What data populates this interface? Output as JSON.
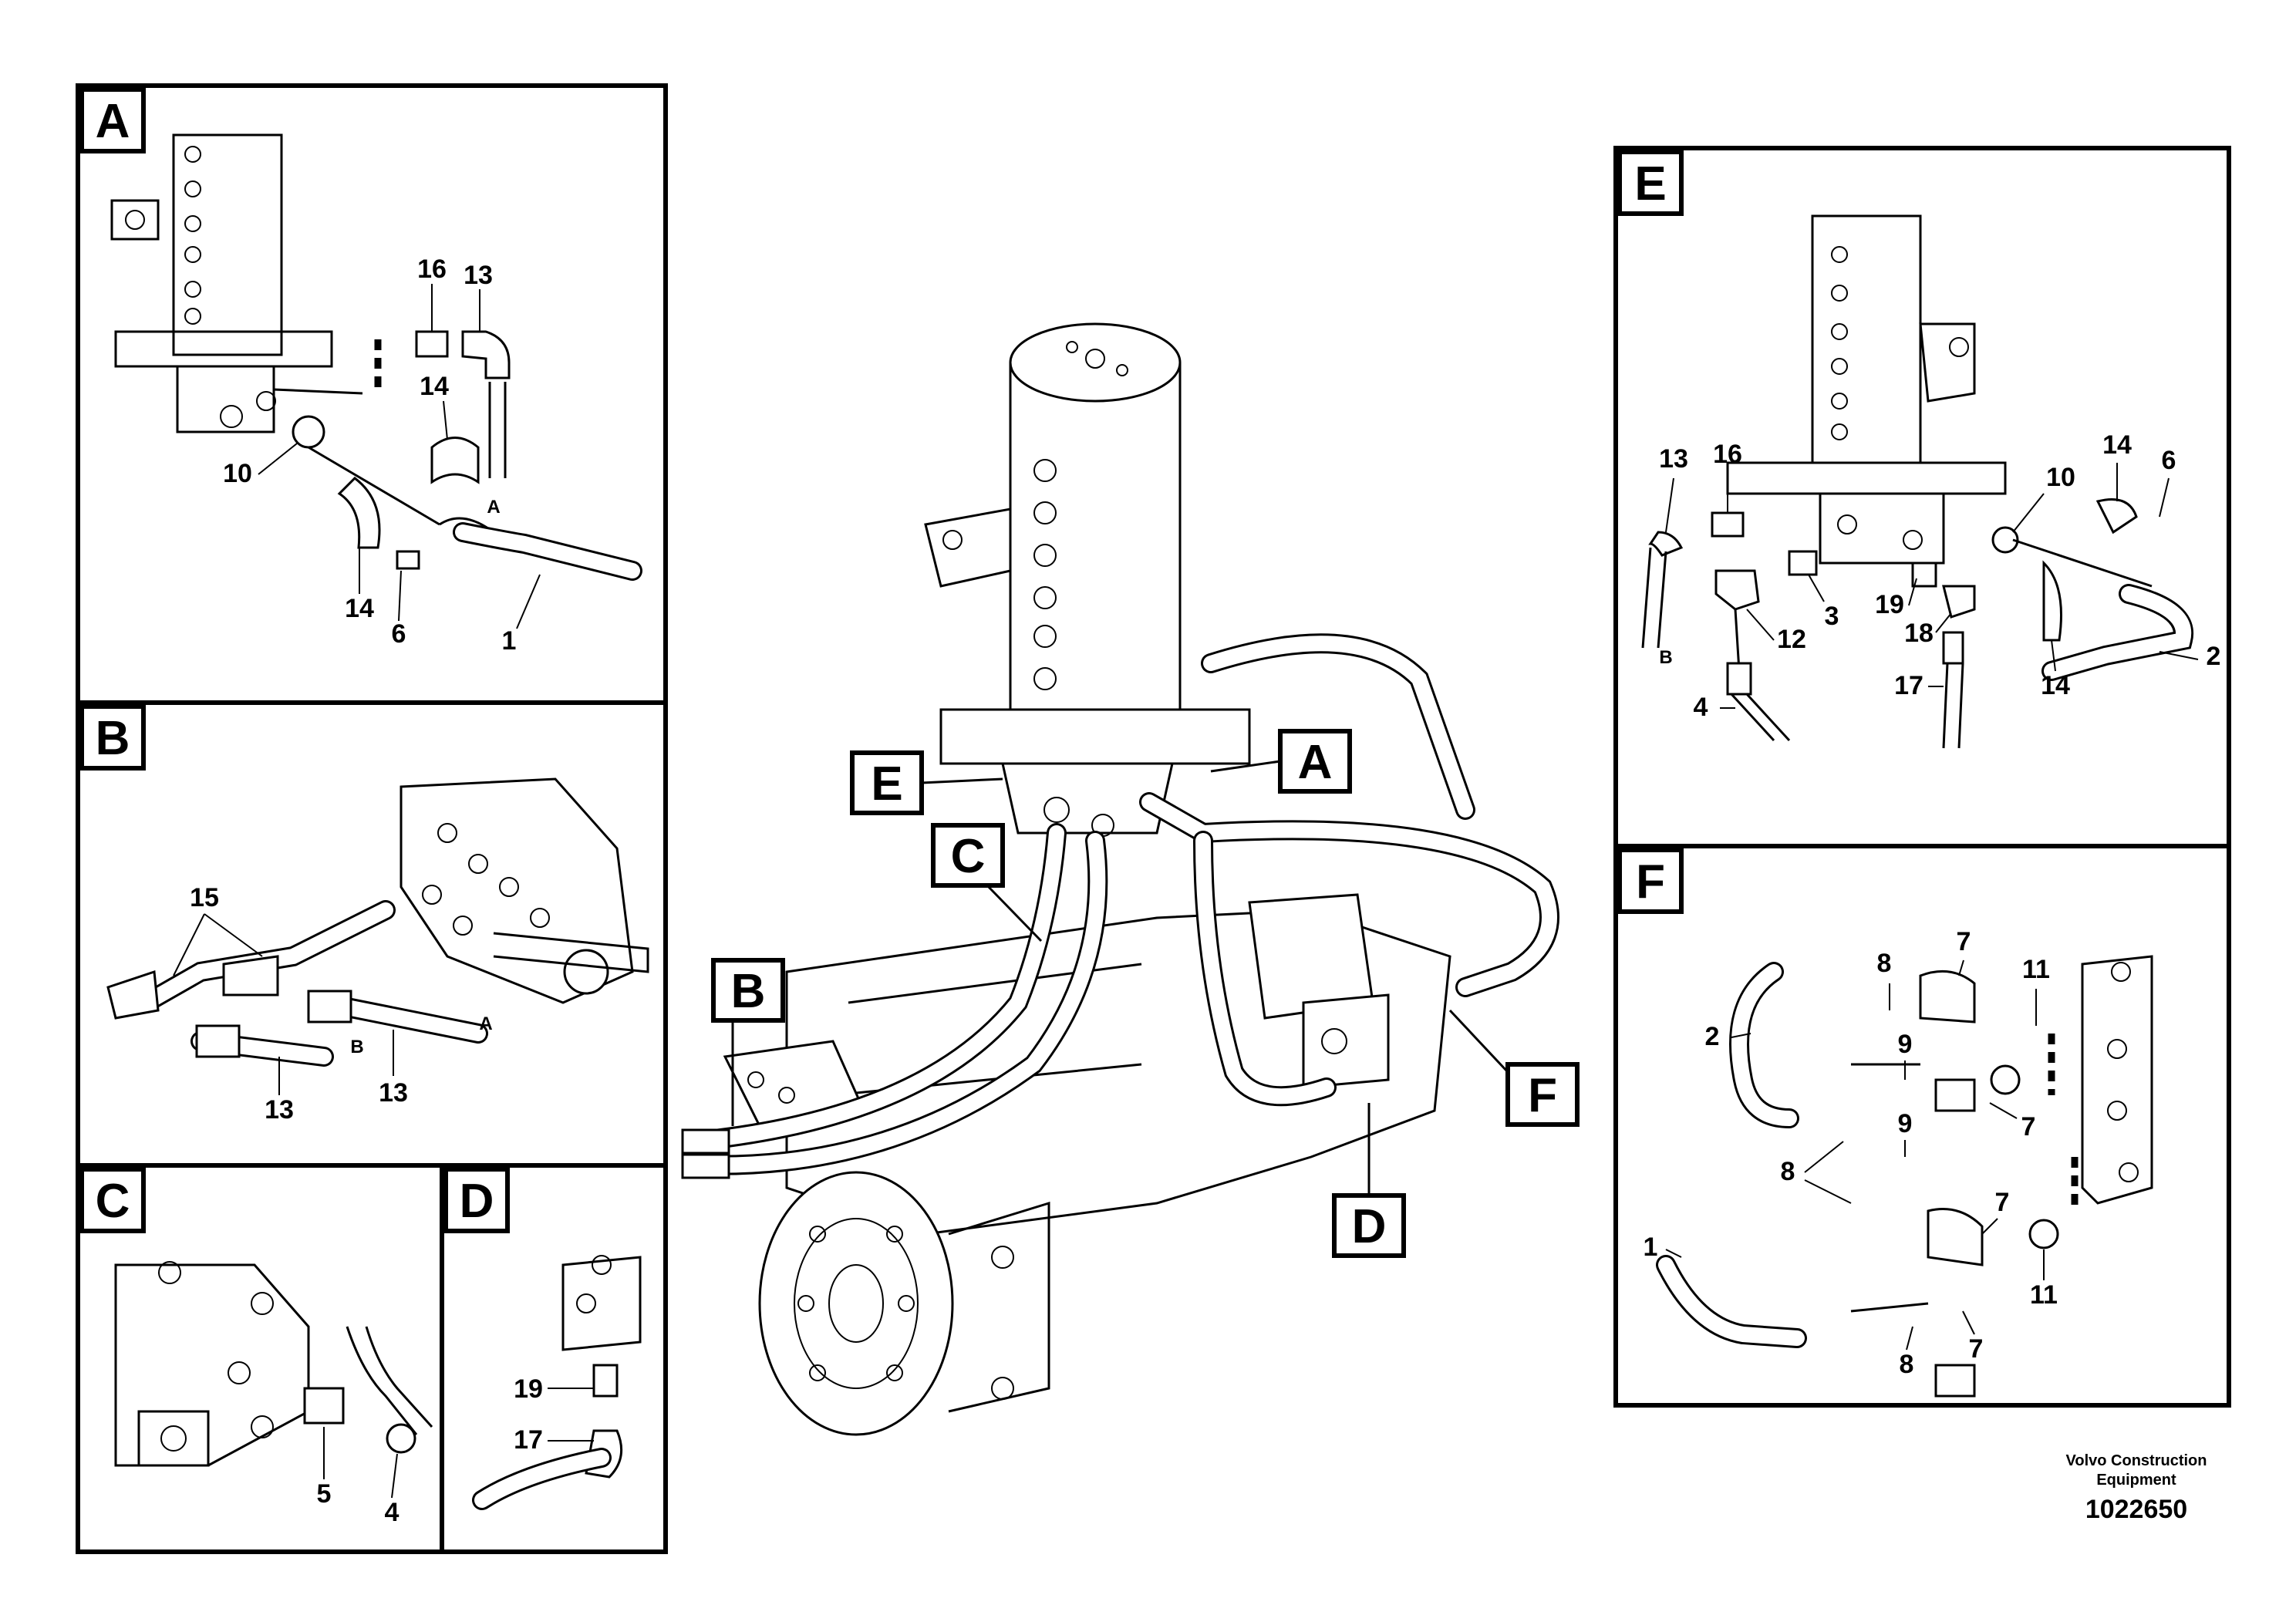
{
  "panels": {
    "A": {
      "tag": "A",
      "callouts": {
        "c16": "16",
        "c13": "13",
        "c14a": "14",
        "c10": "10",
        "c14b": "14",
        "c6": "6",
        "c1": "1"
      },
      "ends": {
        "a": "A"
      }
    },
    "B": {
      "tag": "B",
      "callouts": {
        "c15": "15",
        "c13a": "13",
        "c13b": "13"
      },
      "ends": {
        "b": "B",
        "a": "A"
      }
    },
    "C": {
      "tag": "C",
      "callouts": {
        "c5": "5",
        "c4": "4"
      }
    },
    "D": {
      "tag": "D",
      "callouts": {
        "c19": "19",
        "c17": "17"
      }
    },
    "E": {
      "tag": "E",
      "callouts": {
        "c13": "13",
        "c16": "16",
        "c14": "14",
        "c6": "6",
        "c10": "10",
        "c19": "19",
        "c12": "12",
        "c3": "3",
        "c18": "18",
        "c17": "17",
        "c4": "4",
        "c2": "2",
        "c14b": "14"
      },
      "ends": {
        "b": "B"
      }
    },
    "F": {
      "tag": "F",
      "callouts": {
        "c7a": "7",
        "c8a": "8",
        "c11a": "11",
        "c2": "2",
        "c9a": "9",
        "c7b": "7",
        "c9b": "9",
        "c8b": "8",
        "c7c": "7",
        "c1": "1",
        "c11b": "11",
        "c8c": "8",
        "c7d": "7"
      }
    }
  },
  "main": {
    "tags": {
      "E": "E",
      "A": "A",
      "C": "C",
      "B": "B",
      "F": "F",
      "D": "D"
    }
  },
  "footer": {
    "company_line1": "Volvo Construction",
    "company_line2": "Equipment",
    "drawing_number": "1022650"
  }
}
